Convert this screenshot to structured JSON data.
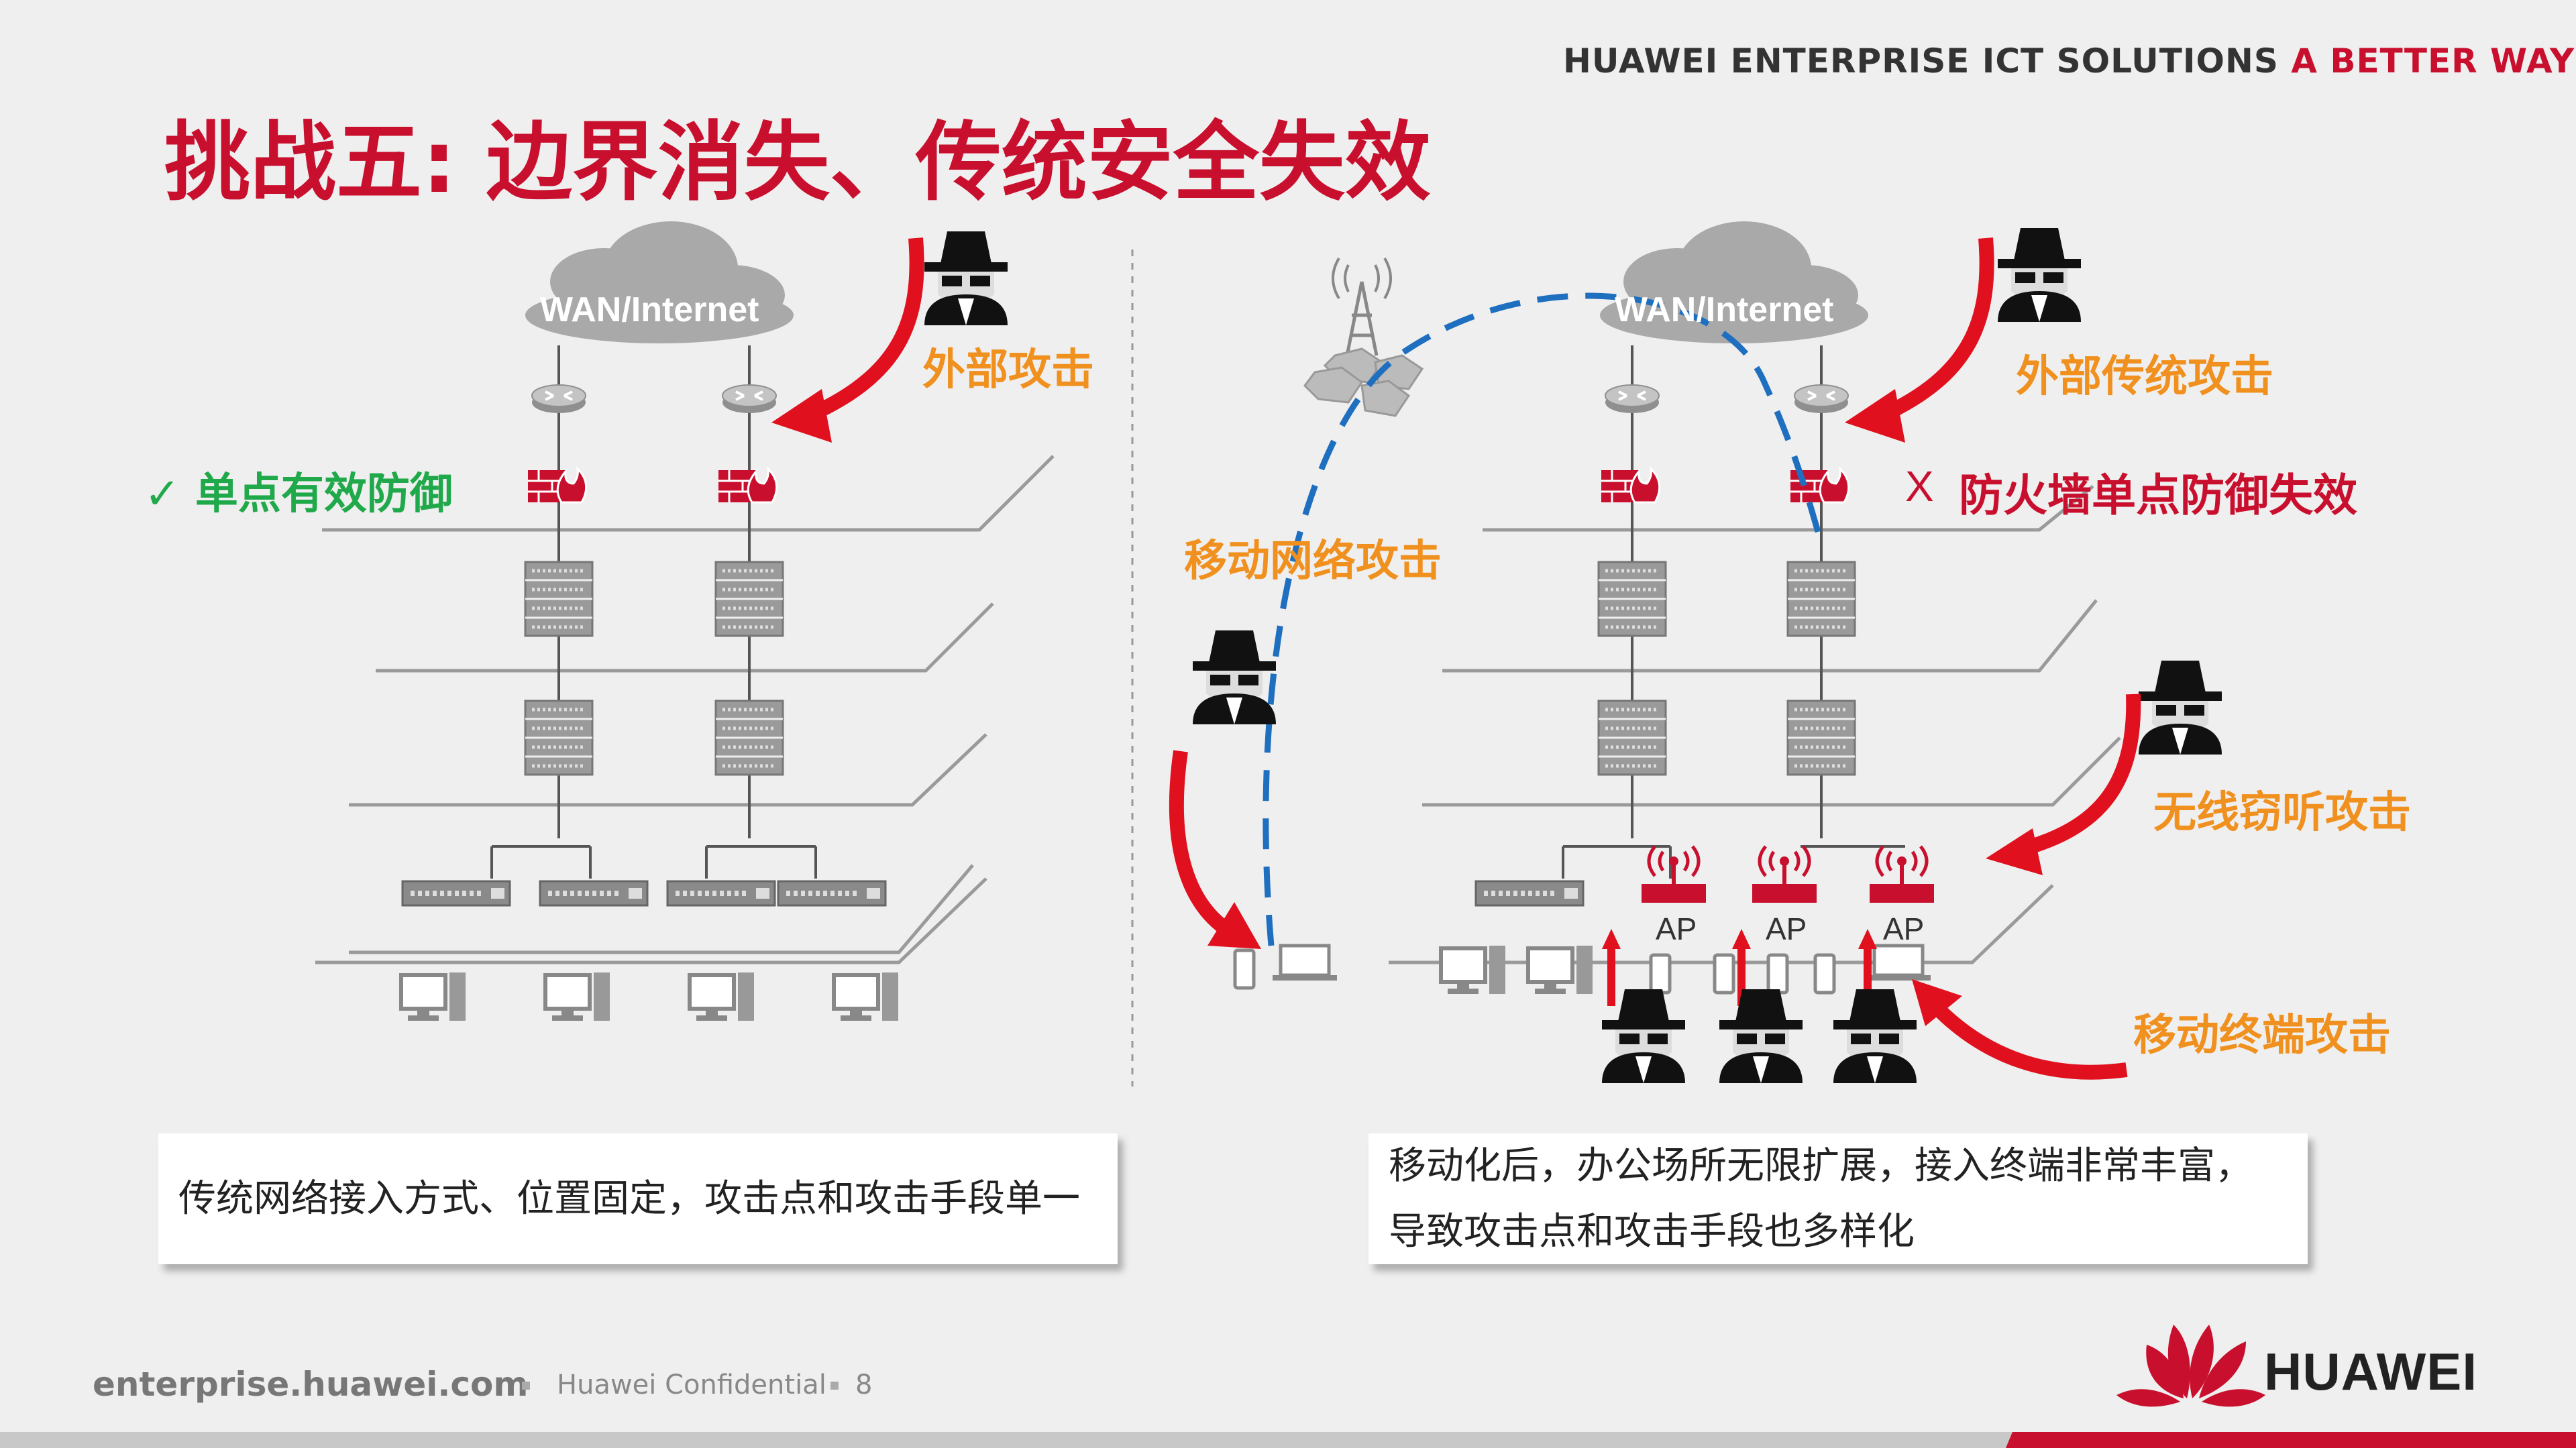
{
  "header": {
    "brand_main": "HUAWEI ENTERPRISE ICT SOLUTIONS ",
    "brand_accent": "A BETTER WAY",
    "title": "挑战五: 边界消失、传统安全失效"
  },
  "left_diagram": {
    "cloud_label": "WAN/Internet",
    "attack_label": "外部攻击",
    "defense_label": "✓ 单点有效防御",
    "caption": "传统网络接入方式、位置固定，攻击点和攻击手段单一"
  },
  "right_diagram": {
    "cloud_label": "WAN/Internet",
    "external_attack_label": "外部传统攻击",
    "firewall_fail_mark": "X",
    "firewall_fail_label": "防火墙单点防御失效",
    "mobile_network_attack_label": "移动网络攻击",
    "wireless_attack_label": "无线窃听攻击",
    "mobile_terminal_attack_label": "移动终端攻击",
    "ap_labels": [
      "AP",
      "AP",
      "AP"
    ],
    "caption": "移动化后，办公场所无限扩展，接入终端非常丰富，导致攻击点和攻击手段也多样化"
  },
  "footer": {
    "site": "enterprise.huawei.com",
    "confidential": "Huawei Confidential",
    "page_number": "8",
    "logo_text": "HUAWEI"
  },
  "colors": {
    "brand_red": "#c8102e",
    "orange": "#f0901e",
    "green": "#20a94a",
    "dash_blue": "#1f6fc0"
  }
}
